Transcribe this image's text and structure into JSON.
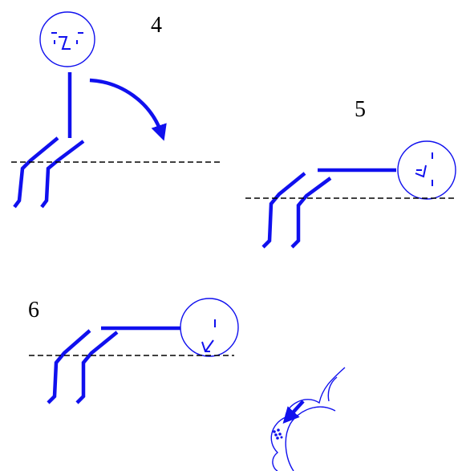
{
  "steps": [
    {
      "label": "4"
    },
    {
      "label": "5"
    },
    {
      "label": "6"
    }
  ],
  "colors": {
    "figure": "#1010ee",
    "ground_line": "#000000",
    "text": "#000000",
    "background": "#ffffff"
  },
  "icons": {
    "step4_arrow": "curved-arrow-down-right",
    "detail_arrow": "arrow-down-left"
  }
}
